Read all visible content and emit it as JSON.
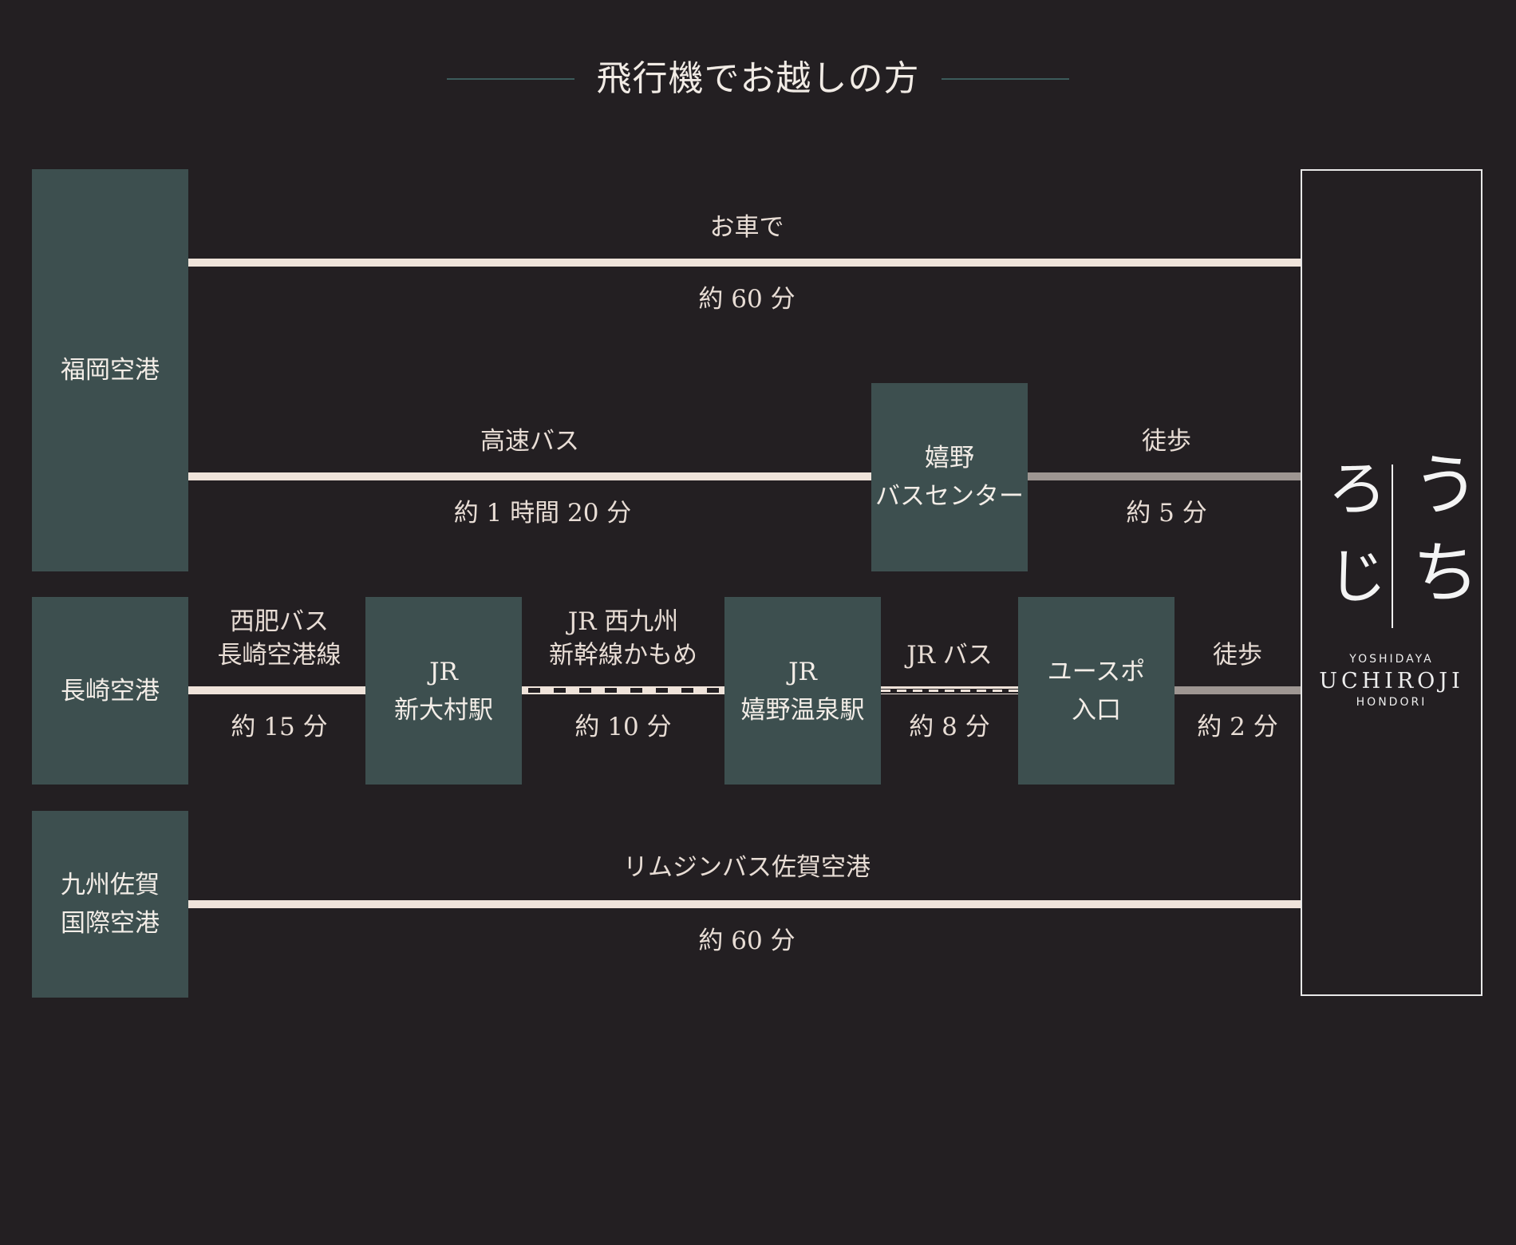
{
  "title": "飛行機でお越しの方",
  "origins": {
    "fukuoka": "福岡空港",
    "nagasaki": "長崎空港",
    "saga_line1": "九州佐賀",
    "saga_line2": "国際空港"
  },
  "stations": {
    "ureshino_bus_line1": "嬉野",
    "ureshino_bus_line2": "バスセンター",
    "shin_omura_line1": "JR",
    "shin_omura_line2": "新大村駅",
    "ureshino_onsen_line1": "JR",
    "ureshino_onsen_line2": "嬉野温泉駅",
    "yuspo_line1": "ユースポ",
    "yuspo_line2": "入口"
  },
  "routes": {
    "car_label": "お車で",
    "car_time": "約 60 分",
    "highway_bus_label": "高速バス",
    "highway_bus_time": "約 1 時間 20 分",
    "walk1_label": "徒歩",
    "walk1_time": "約 5 分",
    "saihi_bus_line1": "西肥バス",
    "saihi_bus_line2": "長崎空港線",
    "saihi_bus_time": "約 15 分",
    "shinkansen_line1": "JR 西九州",
    "shinkansen_line2": "新幹線かもめ",
    "shinkansen_time": "約 10 分",
    "jr_bus_label": "JR バス",
    "jr_bus_time": "約 8 分",
    "walk2_label": "徒歩",
    "walk2_time": "約 2 分",
    "limousine_label": "リムジンバス佐賀空港",
    "limousine_time": "約 60 分"
  },
  "hotel": {
    "logo_kana_right1": "う",
    "logo_kana_right2": "ち",
    "logo_kana_left1": "ろ",
    "logo_kana_left2": "じ",
    "brand_top": "YOSHIDAYA",
    "brand_main": "UCHIROJI",
    "brand_bottom": "HONDORI"
  },
  "colors": {
    "background": "#231f22",
    "box": "#3d4f4f",
    "line": "#efe3da",
    "walk_line": "#9e9692",
    "title_rule": "#3c5b5b"
  }
}
